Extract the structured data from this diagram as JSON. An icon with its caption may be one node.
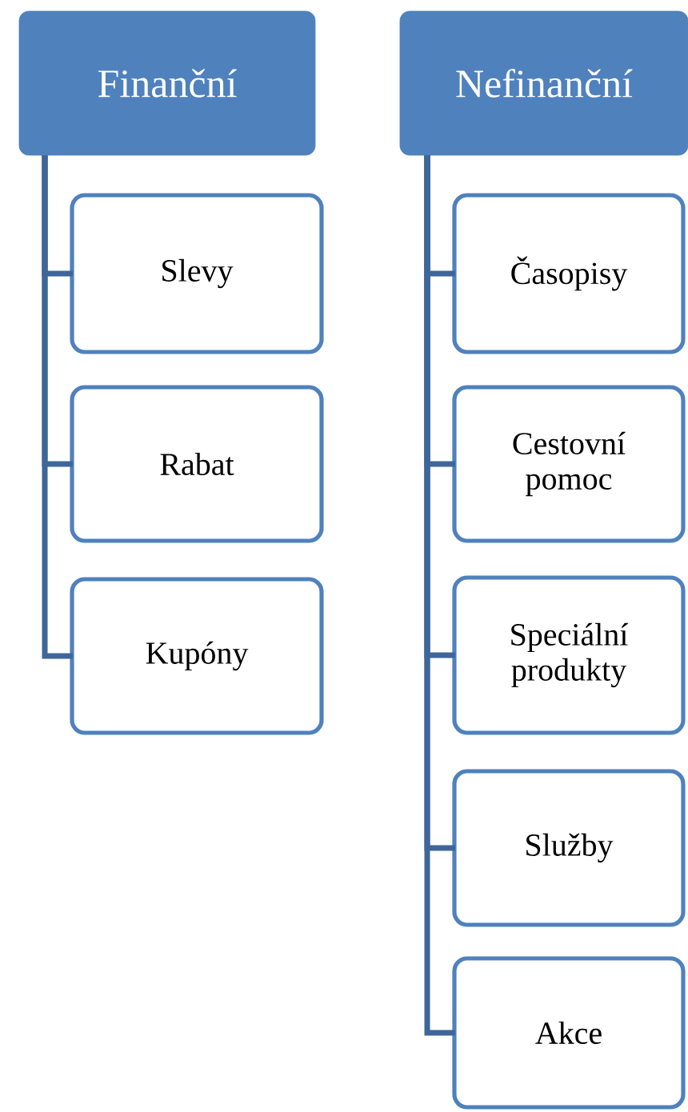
{
  "diagram": {
    "nodes": [
      {
        "text": [
          "Finanční"
        ]
      },
      {
        "text": [
          "Slevy"
        ]
      },
      {
        "text": [
          "Rabat"
        ]
      },
      {
        "text": [
          "Kupóny"
        ]
      },
      {
        "text": [
          "Nefinanční"
        ]
      },
      {
        "text": [
          "Časopisy"
        ]
      },
      {
        "text": [
          "Cestovní pomoc"
        ]
      },
      {
        "text": [
          "Speciální produkty"
        ]
      },
      {
        "text": [
          "Služby"
        ]
      },
      {
        "text": [
          "Akce"
        ]
      }
    ],
    "edges": [
      {
        "from": 0,
        "to": 1,
        "arrow": "none"
      },
      {
        "from": 0,
        "to": 2,
        "arrow": "none"
      },
      {
        "from": 0,
        "to": 3,
        "arrow": "none"
      },
      {
        "from": 4,
        "to": 5,
        "arrow": "none"
      },
      {
        "from": 4,
        "to": 6,
        "arrow": "none"
      },
      {
        "from": 4,
        "to": 7,
        "arrow": "none"
      },
      {
        "from": 4,
        "to": 8,
        "arrow": "none"
      },
      {
        "from": 4,
        "to": 9,
        "arrow": "none"
      }
    ]
  }
}
